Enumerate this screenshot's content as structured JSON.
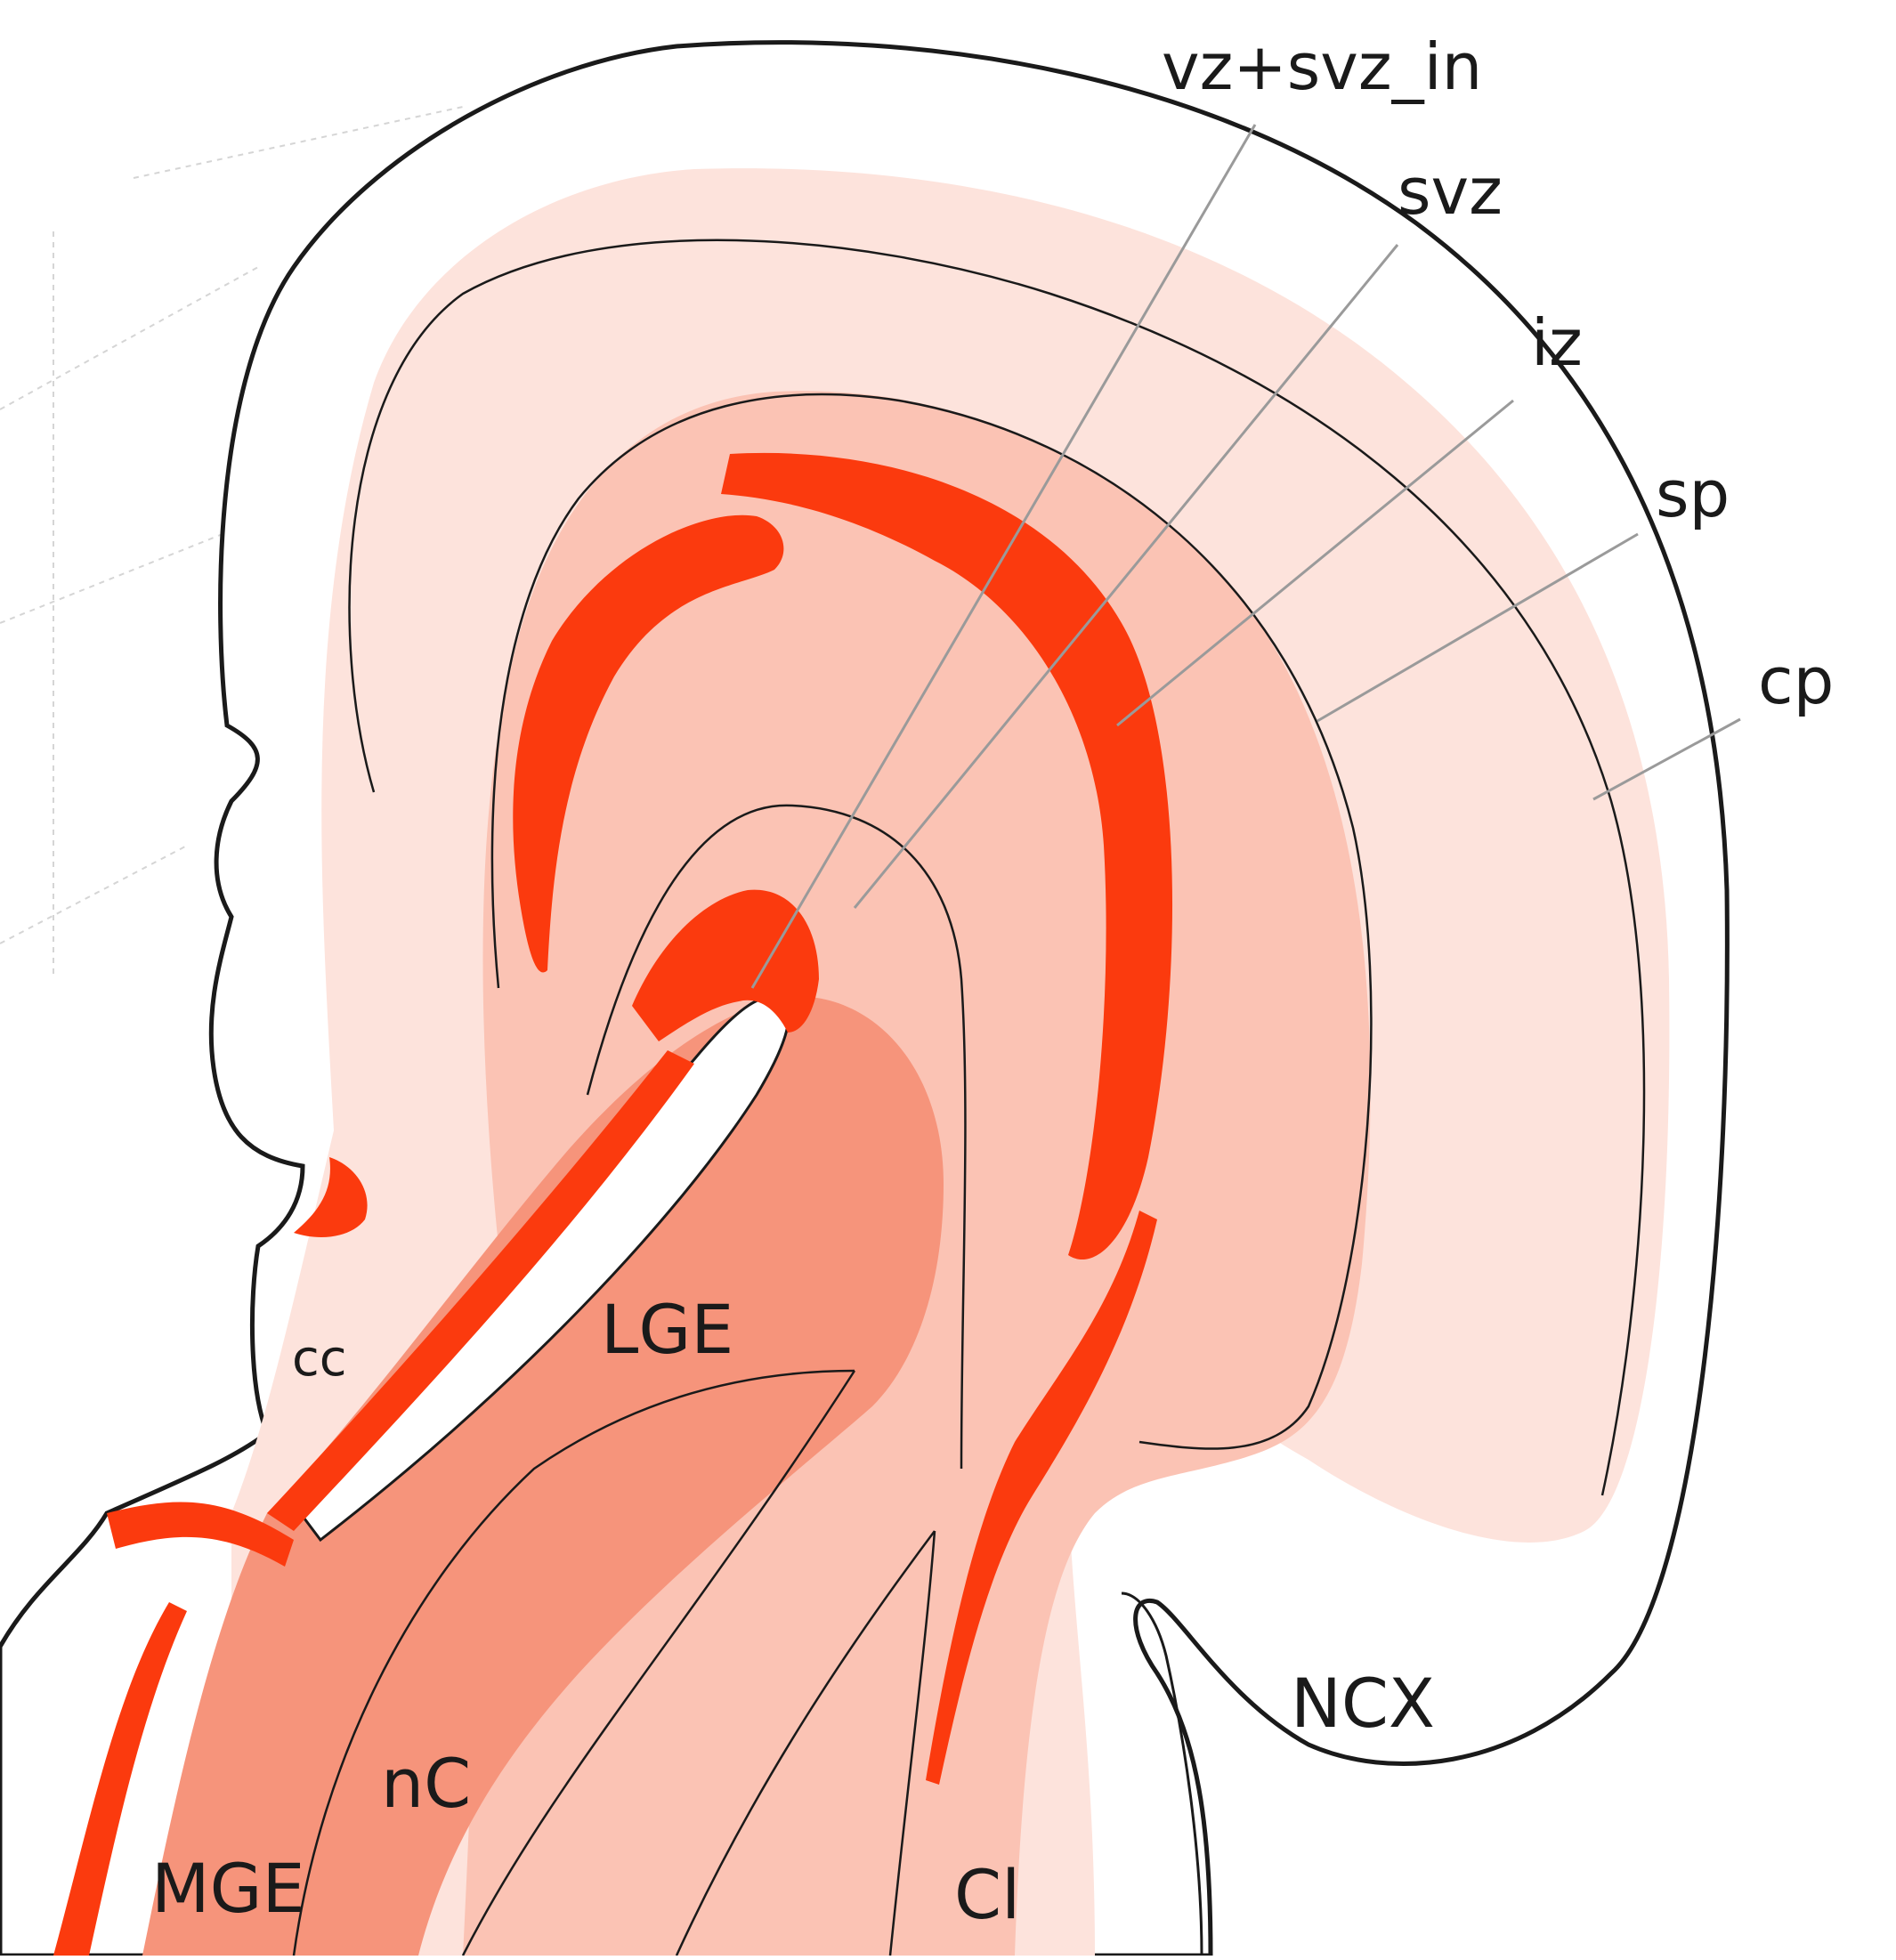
{
  "figure": {
    "colors": {
      "background": "#ffffff",
      "cortical_plate": "#fde3dc",
      "subplate": "#fde3dc",
      "intermediate_zone": "#fbc3b4",
      "subventricular_zone": "#f9b2a1",
      "ganglionic_eminence": "#f6947b",
      "proliferative_band": "#fb3a0e",
      "outline": "#1a1a1a",
      "leader_line": "#9a9a9a"
    },
    "labels": {
      "vz_svz_in": "vz+svz_in",
      "svz": "svz",
      "iz": "iz",
      "sp": "sp",
      "cp": "cp",
      "lge": "LGE",
      "cc": "cc",
      "ncx": "NCX",
      "nc": "nC",
      "mge": "MGE",
      "cl": "Cl"
    }
  }
}
